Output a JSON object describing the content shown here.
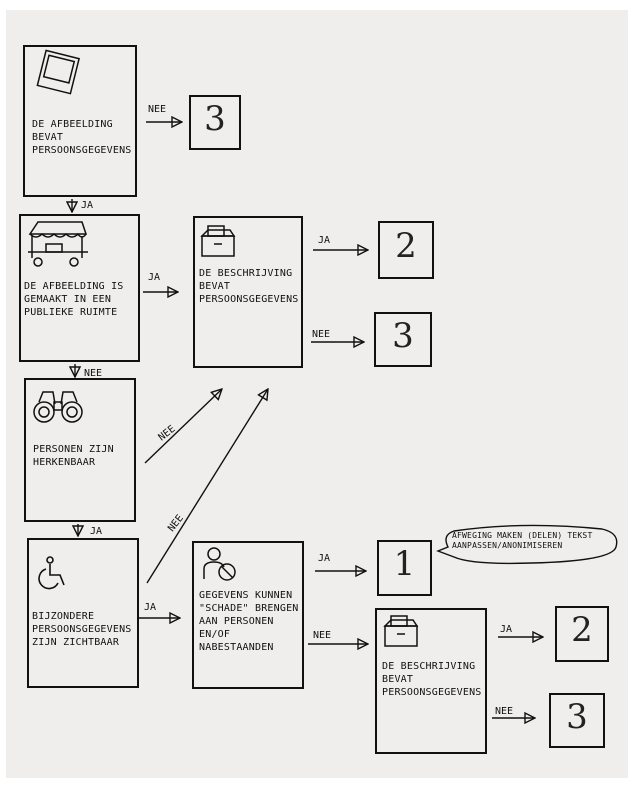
{
  "nodes": {
    "q1": "DE AFBEELDING\nBEVAT\nPERSOONSGEGEVENS",
    "q2": "DE AFBEELDING IS\nGEMAAKT IN EEN\nPUBLIEKE RUIMTE",
    "q3": "PERSONEN ZIJN\nHERKENBAAR",
    "q4": "BIJZONDERE\nPERSOONSGEGEVENS\nZIJN ZICHTBAAR",
    "q5": "DE BESCHRIJVING\nBEVAT\nPERSOONSGEGEVENS",
    "q6": "GEGEVENS KUNNEN\n\"SCHADE\" BRENGEN\nAAN PERSONEN\nEN/OF\nNABESTAANDEN",
    "q7": "DE BESCHRIJVING\nBEVAT\nPERSOONSGEGEVENS"
  },
  "outcomes": {
    "o1": "3",
    "o2": "2",
    "o3": "3",
    "o4": "1",
    "o5": "2",
    "o6": "3"
  },
  "labels": {
    "l1": "NEE",
    "l2": "JA",
    "l3": "JA",
    "l4": "JA",
    "l5": "NEE",
    "l6": "NEE",
    "l7": "NEE",
    "l8": "JA",
    "l9": "NEE",
    "l10": "JA",
    "l11": "JA",
    "l12": "NEE",
    "l13": "JA",
    "l14": "NEE"
  },
  "speech_bubble": "AFWEGING MAKEN (DELEN) TEKST\nAANPASSEN/ANONIMISEREN",
  "icons": [
    "photo-icon",
    "market-stall-icon",
    "archive-box-icon",
    "binoculars-icon",
    "wheelchair-icon",
    "person-forbidden-icon",
    "archive-box-icon"
  ]
}
